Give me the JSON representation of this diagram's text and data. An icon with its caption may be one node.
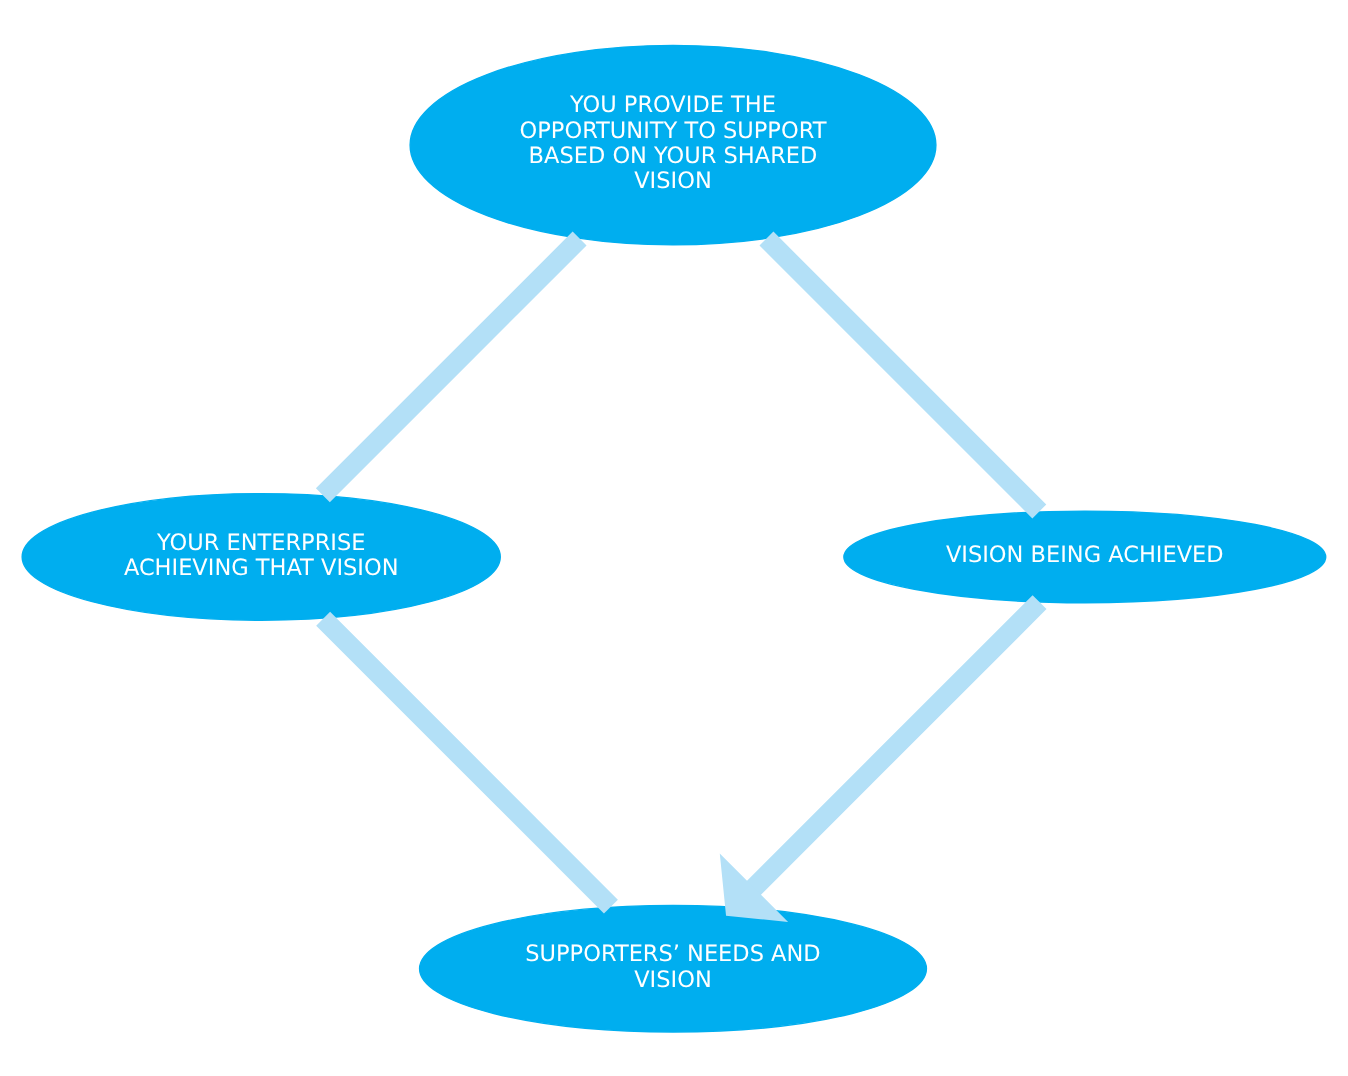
{
  "diagram": {
    "nodes": [
      {
        "text": [
          "SUPPORTERS’ NEEDS AND VISION"
        ]
      },
      {
        "text": [
          "YOUR ENTERPRISE ACHIEVING THAT VISION"
        ]
      },
      {
        "text": [
          "YOU PROVIDE THE OPPORTUNITY TO SUPPORT BASED ON YOUR SHARED VISION"
        ]
      },
      {
        "text": [
          "VISION BEING ACHIEVED"
        ]
      }
    ],
    "edges": [
      {
        "from": 0,
        "to": 1,
        "arrow": "none"
      },
      {
        "from": 1,
        "to": 2,
        "arrow": "none"
      },
      {
        "from": 2,
        "to": 3,
        "arrow": "none"
      },
      {
        "from": 3,
        "to": 0,
        "arrow": "to"
      }
    ]
  }
}
